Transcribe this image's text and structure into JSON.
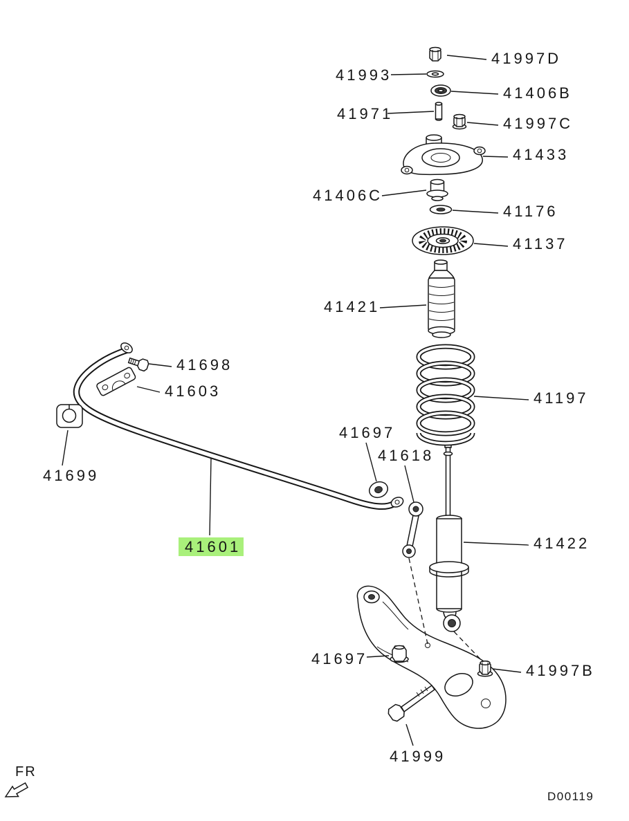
{
  "diagram": {
    "drawing_code": "D00119",
    "orientation_label": "FR",
    "highlight": {
      "part": "41601",
      "color": "#a9f07b"
    },
    "parts": [
      {
        "label": "41997D"
      },
      {
        "label": "41993"
      },
      {
        "label": "41406B"
      },
      {
        "label": "41971"
      },
      {
        "label": "41997C"
      },
      {
        "label": "41433"
      },
      {
        "label": "41406C"
      },
      {
        "label": "41176"
      },
      {
        "label": "41137"
      },
      {
        "label": "41421"
      },
      {
        "label": "41698"
      },
      {
        "label": "41603"
      },
      {
        "label": "41197"
      },
      {
        "label": "41699"
      },
      {
        "label": "41697"
      },
      {
        "label": "41618"
      },
      {
        "label": "41601"
      },
      {
        "label": "41422"
      },
      {
        "label": "41697"
      },
      {
        "label": "41997B"
      },
      {
        "label": "41999"
      }
    ]
  }
}
